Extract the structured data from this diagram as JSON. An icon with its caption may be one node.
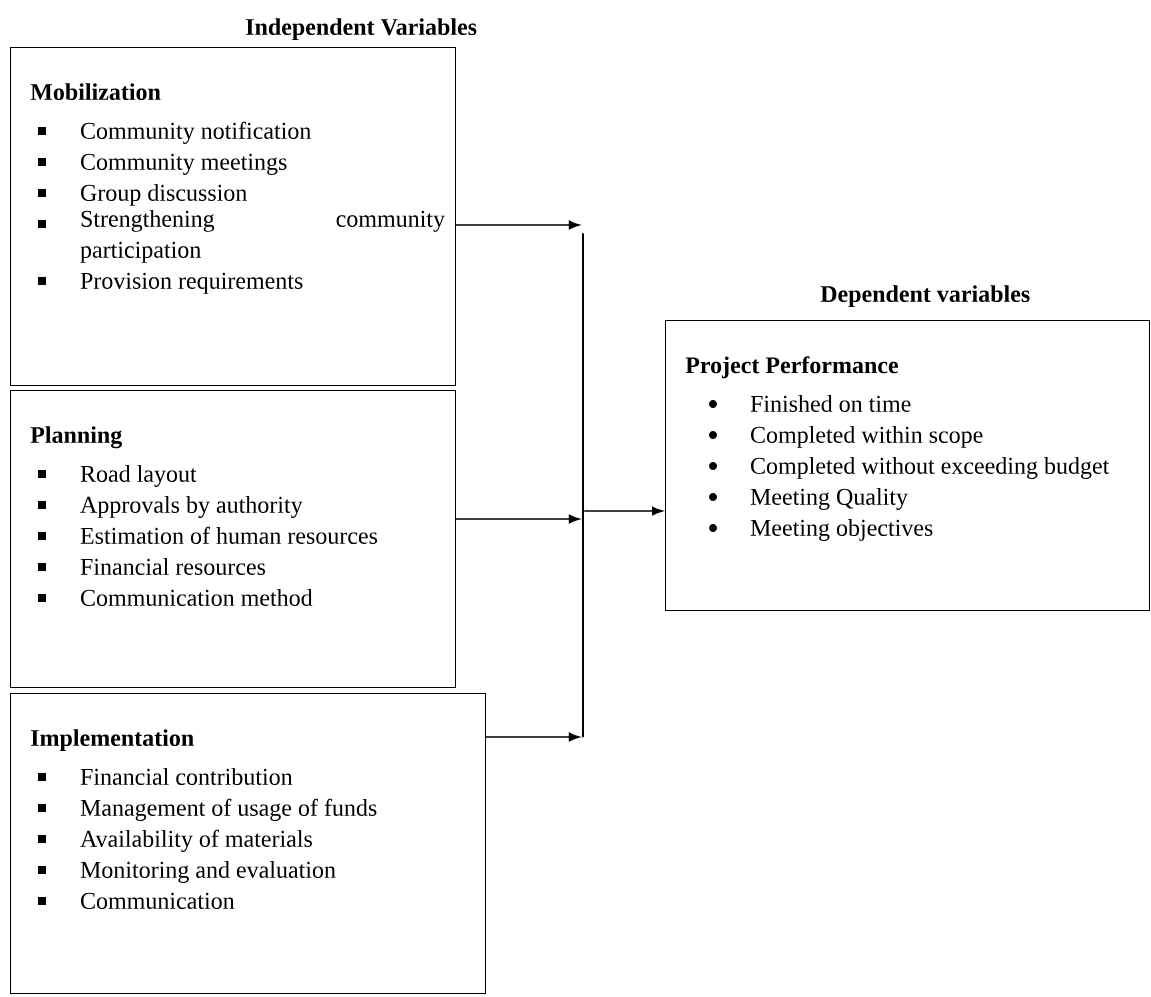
{
  "diagram": {
    "nodes": [
      {
        "text": [
          "Mobilization",
          "Community notification",
          "Community meetings",
          "Group discussion",
          "Strengthening community participation",
          "Provision requirements"
        ]
      },
      {
        "text": [
          "Planning",
          "Road layout",
          "Approvals by authority",
          "Estimation of human resources",
          "Financial resources",
          "Communication method"
        ]
      },
      {
        "text": [
          "Implementation",
          "Financial contribution",
          "Management of usage of funds",
          "Availability of materials",
          "Monitoring and evaluation",
          "Communication"
        ]
      },
      {
        "text": [
          "Project Performance",
          "Finished on time",
          "Completed within scope",
          "Completed without exceeding budget",
          "Meeting Quality",
          "Meeting objectives"
        ]
      },
      {
        "text": [],
        "shape": "bar"
      }
    ],
    "edges": [
      {
        "from": 0,
        "to": 4,
        "arrow": "to"
      },
      {
        "from": 1,
        "to": 4,
        "arrow": "to"
      },
      {
        "from": 2,
        "to": 4,
        "arrow": "to"
      },
      {
        "from": 4,
        "to": 3,
        "arrow": "to"
      }
    ],
    "labels": [
      "Independent Variables",
      "Dependent variables"
    ]
  }
}
